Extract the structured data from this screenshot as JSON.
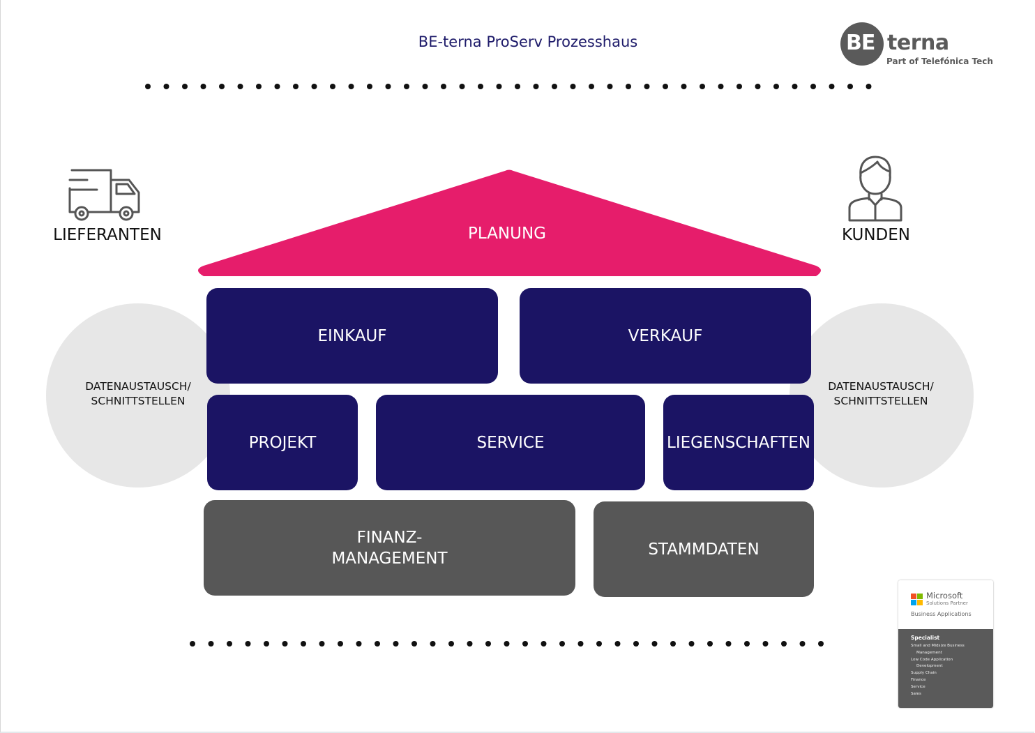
{
  "title": "BE-terna ProServ Prozesshaus",
  "logo": {
    "be": "BE",
    "terna": "terna",
    "subtitle": "Part of Telefónica Tech"
  },
  "left_side": {
    "label": "LIEFERANTEN",
    "icon": "truck-icon",
    "circle_lines": [
      "DATENAUSTAUSCH/",
      "SCHNITTSTELLEN"
    ]
  },
  "right_side": {
    "label": "KUNDEN",
    "icon": "person-icon",
    "circle_lines": [
      "DATENAUSTAUSCH/",
      "SCHNITTSTELLEN"
    ]
  },
  "roof": {
    "label": "PLANUNG",
    "color": "#e61d6b"
  },
  "row1": [
    {
      "label": "EINKAUF"
    },
    {
      "label": "VERKAUF"
    }
  ],
  "row2": [
    {
      "label": "PROJEKT"
    },
    {
      "label": "SERVICE"
    },
    {
      "label": "LIEGENSCHAFTEN"
    }
  ],
  "row3": [
    {
      "lines": [
        "FINANZ-",
        "MANAGEMENT"
      ]
    },
    {
      "label": "STAMMDATEN"
    }
  ],
  "colors": {
    "navy": "#1b1464",
    "grey": "#575757",
    "pink": "#e61d6b",
    "circle": "#e7e7e7",
    "title": "#1e1b6a"
  },
  "badge": {
    "brand": "Microsoft",
    "partner": "Solutions Partner",
    "area": "Business Applications",
    "specialist_heading": "Specialist",
    "specializations": [
      "Small and Midsize Business",
      "Management",
      "Low Code Application",
      "Development",
      "Supply Chain",
      "Finance",
      "Service",
      "Sales"
    ]
  }
}
